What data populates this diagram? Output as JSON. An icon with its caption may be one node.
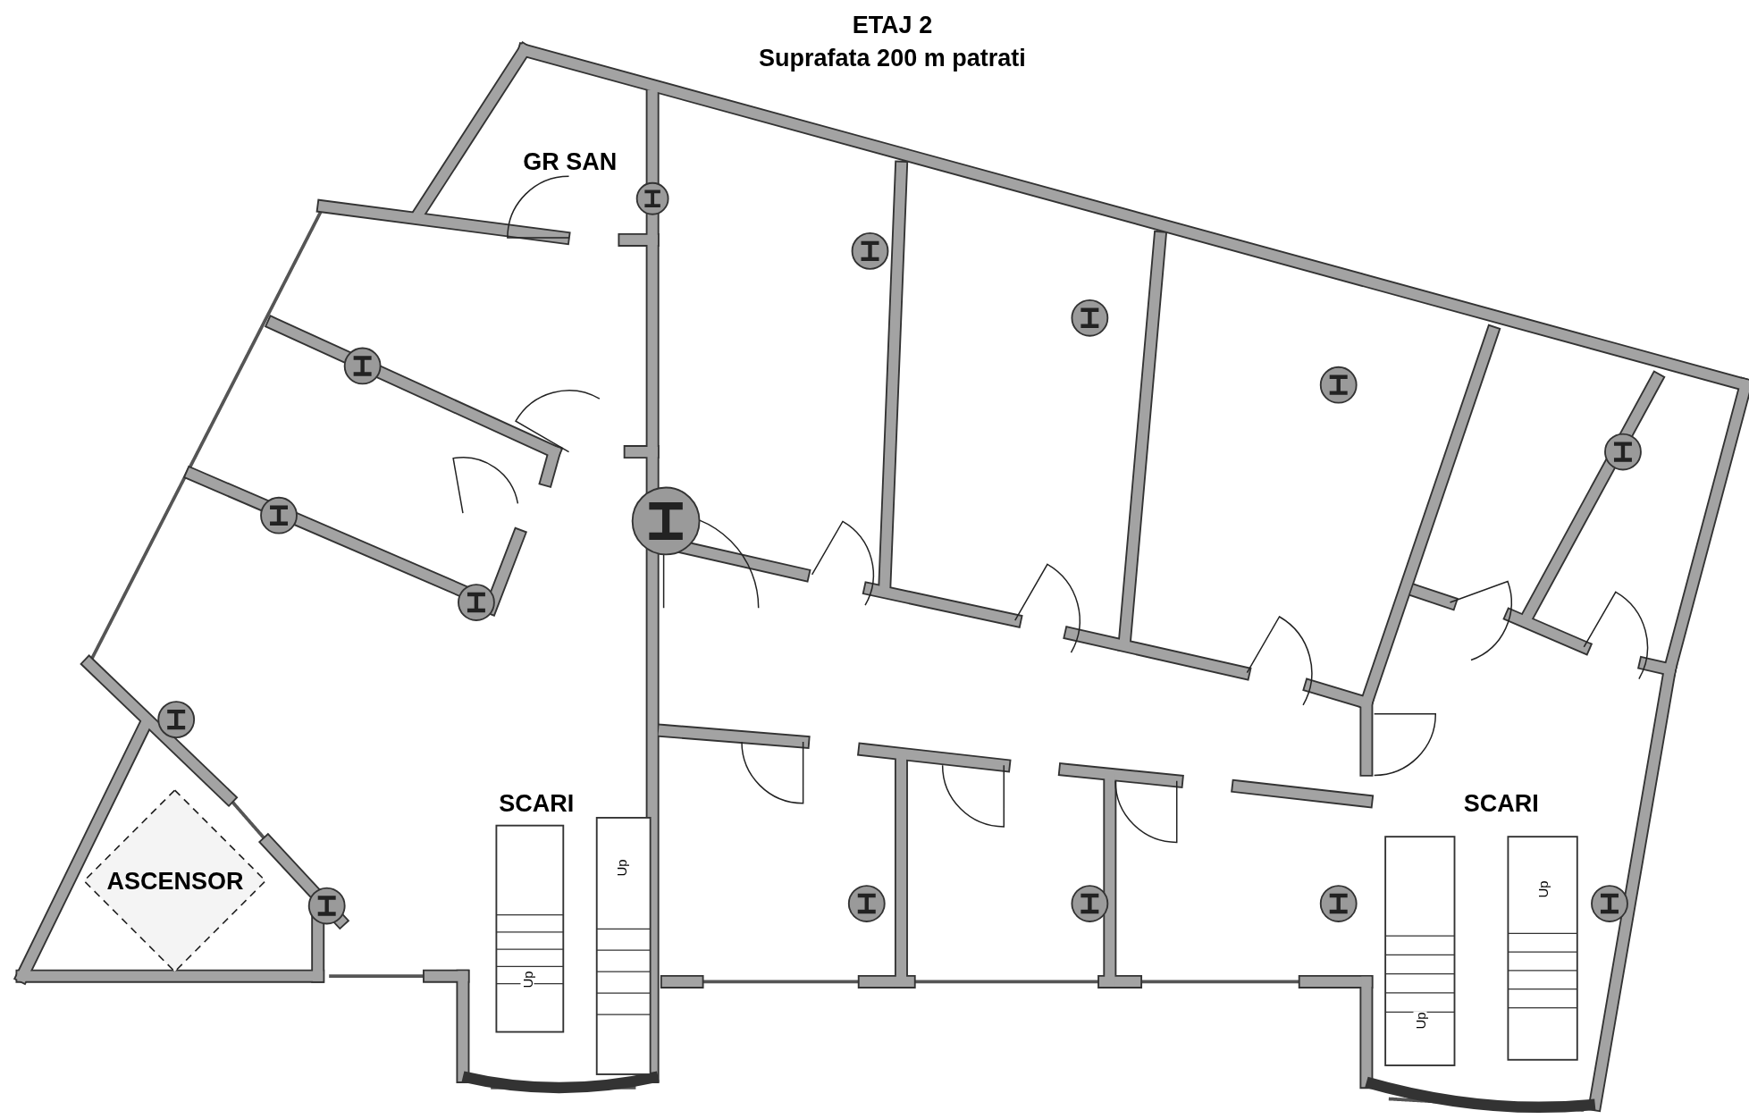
{
  "diagram": {
    "title": "ETAJ 2",
    "nodes": [
      {
        "text": [
          "ASCENSOR"
        ]
      }
    ],
    "labels": [
      "Suprafata 200 m patrati",
      "GR SAN",
      "SCARI",
      "Up",
      "Up",
      "SCARI",
      "Up",
      "Up"
    ]
  }
}
